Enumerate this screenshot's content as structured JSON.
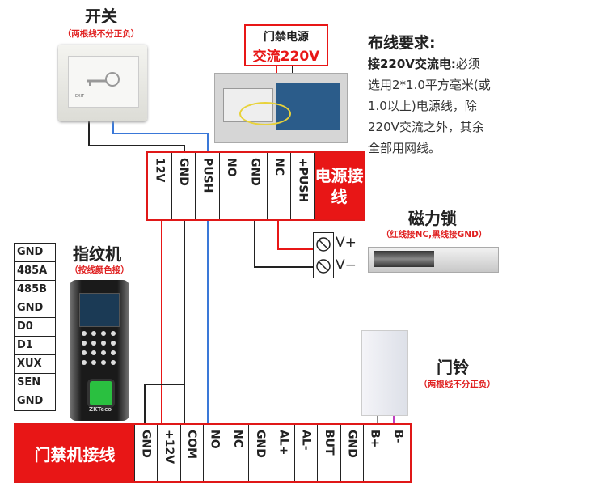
{
  "switch": {
    "title": "开关",
    "note": "（两根线不分正负）",
    "face_text": "EXIT"
  },
  "power_supply": {
    "label_line1": "门禁电源",
    "label_line2": "交流220V"
  },
  "wiring_requirements": {
    "heading": "布线要求:",
    "lead": "接220V交流电:",
    "lines": [
      "必须",
      "选用2*1.0平方毫米(或",
      "1.0以上)电源线，除",
      "220V交流之外，其余",
      "全部用网线。"
    ]
  },
  "power_terminal": {
    "label": "电源接线",
    "pins": [
      "12V",
      "GND",
      "PUSH",
      "NO",
      "GND",
      "NC",
      "+PUSH"
    ]
  },
  "mag_lock": {
    "title": "磁力锁",
    "note": "（红线接NC,黑线接GND）",
    "terminals": [
      "V+",
      "V−"
    ]
  },
  "fingerprint": {
    "title": "指纹机",
    "note": "（按线颜色接）",
    "brand": "ZKTeco",
    "pins": [
      "GND",
      "485A",
      "485B",
      "GND",
      "D0",
      "D1",
      "XUX",
      "SEN",
      "GND"
    ]
  },
  "doorbell": {
    "title": "门铃",
    "note": "（两根线不分正负）"
  },
  "controller_terminal": {
    "label": "门禁机接线",
    "pins": [
      "GND",
      "+12V",
      "COM",
      "NO",
      "NC",
      "GND",
      "AL+",
      "AL-",
      "BUT",
      "GND",
      "B+",
      "B-"
    ]
  },
  "colors": {
    "red": "#e81616",
    "black": "#222222",
    "blue": "#3a78d8"
  }
}
